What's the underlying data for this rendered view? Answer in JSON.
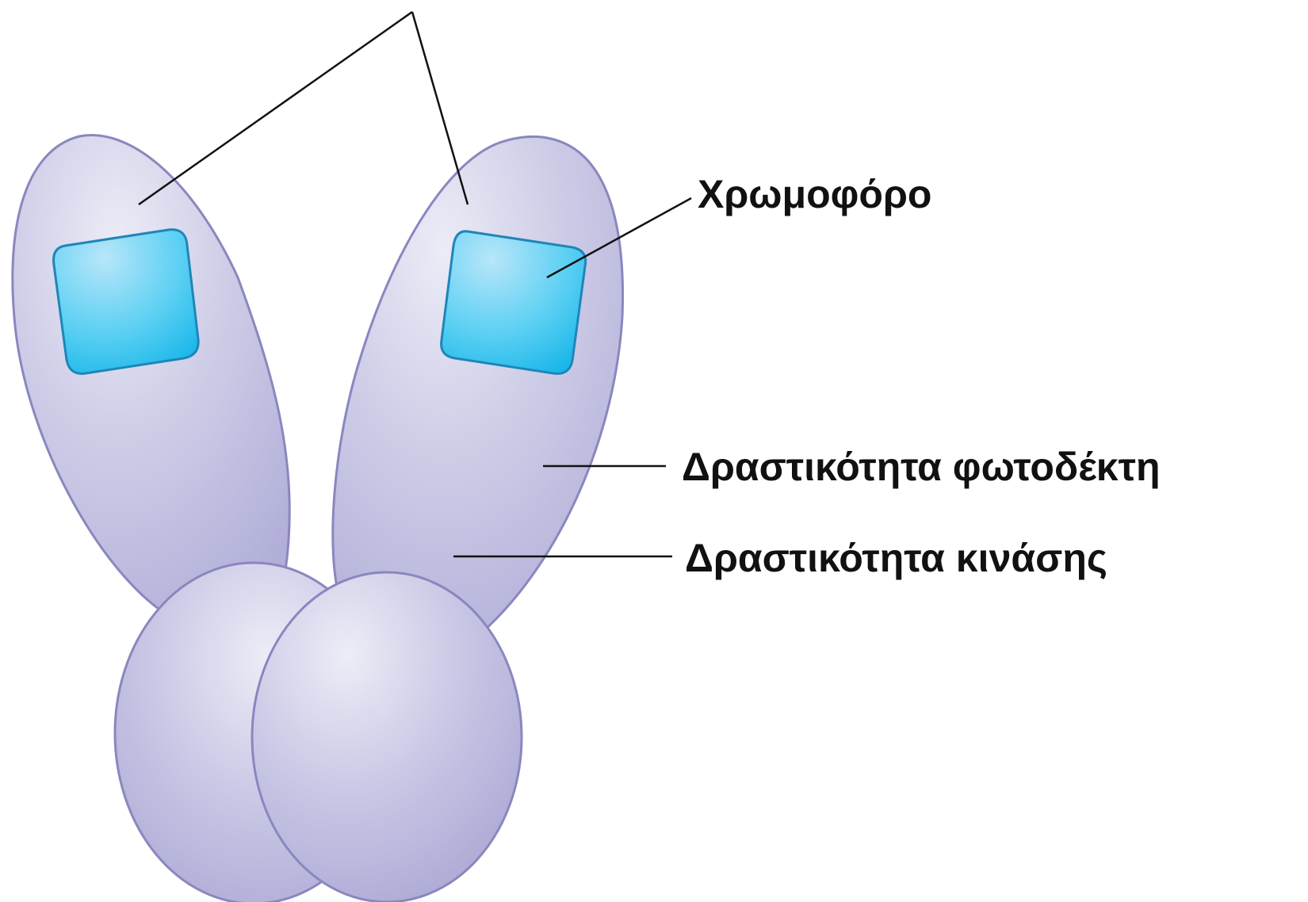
{
  "labels": {
    "chromophore": "Χρωμοφόρο",
    "photoreceptor_activity": "Δραστικότητα φωτοδέκτη",
    "kinase_activity": "Δραστικότητα κινάσης"
  },
  "colors": {
    "domain_fill": "#c2c1e2",
    "domain_highlight": "#ececf7",
    "domain_outline": "#8a87bf",
    "chromophore_fill": "#29c1ee",
    "chromophore_highlight": "#b8e6fa",
    "chromophore_outline": "#1f86b8",
    "leader_line": "#111111"
  }
}
